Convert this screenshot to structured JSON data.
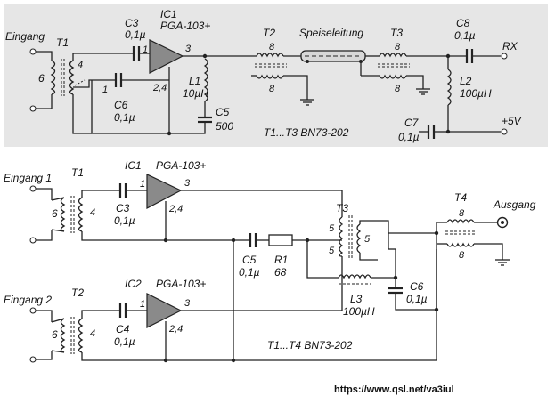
{
  "top": {
    "input": "Eingang",
    "t1": "T1",
    "t1_p": "6",
    "t1_s": "4",
    "t1_tap": "1",
    "c3": "C3",
    "c3_v": "0,1µ",
    "ic1": "IC1",
    "ic1_type": "PGA-103+",
    "pin1": "1",
    "pin3": "3",
    "pin24": "2,4",
    "c6": "C6",
    "c6_v": "0,1µ",
    "l1": "L1",
    "l1_v": "10µH",
    "c5": "C5",
    "c5_v": "500",
    "t2": "T2",
    "t2_a": "8",
    "t2_b": "8",
    "feed": "Speiseleitung",
    "t3": "T3",
    "t3_a": "8",
    "t3_b": "8",
    "c8": "C8",
    "c8_v": "0,1µ",
    "rx": "RX",
    "l2": "L2",
    "l2_v": "100µH",
    "c7": "C7",
    "c7_v": "0,1µ",
    "vcc": "+5V",
    "note": "T1...T3 BN73-202"
  },
  "bottom": {
    "in1": "Eingang 1",
    "in2": "Eingang 2",
    "t1": "T1",
    "t1_p": "6",
    "t1_s": "4",
    "t2": "T2",
    "t2_p": "6",
    "t2_s": "4",
    "c3": "C3",
    "c3_v": "0,1µ",
    "c4": "C4",
    "c4_v": "0,1µ",
    "ic1": "IC1",
    "ic1_type": "PGA-103+",
    "ic2": "IC2",
    "ic2_type": "PGA-103+",
    "pin1": "1",
    "pin3": "3",
    "pin24": "2,4",
    "c5": "C5",
    "c5_v": "0,1µ",
    "r1": "R1",
    "r1_v": "68",
    "t3": "T3",
    "t3_a": "5",
    "t3_b": "5",
    "t3_c": "5",
    "l3": "L3",
    "l3_v": "100µH",
    "c6": "C6",
    "c6_v": "0,1µ",
    "t4": "T4",
    "t4_a": "8",
    "t4_b": "8",
    "out": "Ausgang",
    "note": "T1...T4 BN73-202"
  },
  "url": "https://www.qsl.net/va3iul"
}
